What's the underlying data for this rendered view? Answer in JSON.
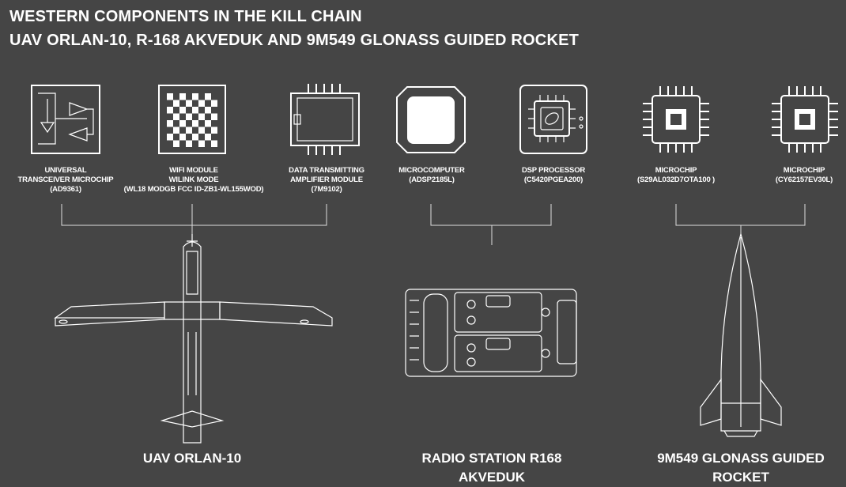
{
  "title": {
    "line1": "WESTERN COMPONENTS IN THE KILL CHAIN",
    "line2": "UAV ORLAN-10, R-168 AKVEDUK AND 9M549 GLONASS GUIDED ROCKET"
  },
  "components": [
    {
      "icon": "transceiver-chip-icon",
      "lines": [
        "UNIVERSAL",
        "TRANSCEIVER MICROCHIP",
        "(AD9361)"
      ]
    },
    {
      "icon": "wifi-module-icon",
      "lines": [
        "WIFI MODULE",
        "WILINK MODE",
        "(WL18 MODGB FCC ID-ZB1-WL155WOD)"
      ]
    },
    {
      "icon": "amplifier-module-icon",
      "lines": [
        "DATA TRANSMITTING",
        "AMPLIFIER MODULE",
        "(7M9102)"
      ]
    },
    {
      "icon": "microcomputer-icon",
      "lines": [
        "MICROCOMPUTER",
        "(ADSP2185L)"
      ]
    },
    {
      "icon": "dsp-processor-icon",
      "lines": [
        "DSP PROCESSOR",
        "(C5420PGEA200)"
      ]
    },
    {
      "icon": "microchip-icon",
      "lines": [
        "MICROCHIP",
        "(S29AL032D7OTA100 )"
      ]
    },
    {
      "icon": "microchip-icon",
      "lines": [
        "MICROCHIP",
        "(CY62157EV30L)"
      ]
    }
  ],
  "systems": [
    {
      "icon": "uav-drone-icon",
      "lines": [
        "UAV ORLAN-10"
      ]
    },
    {
      "icon": "radio-station-icon",
      "lines": [
        "RADIO STATION R168",
        "AKVEDUK"
      ]
    },
    {
      "icon": "rocket-icon",
      "lines": [
        "9M549 GLONASS GUIDED",
        "ROCKET"
      ]
    }
  ]
}
